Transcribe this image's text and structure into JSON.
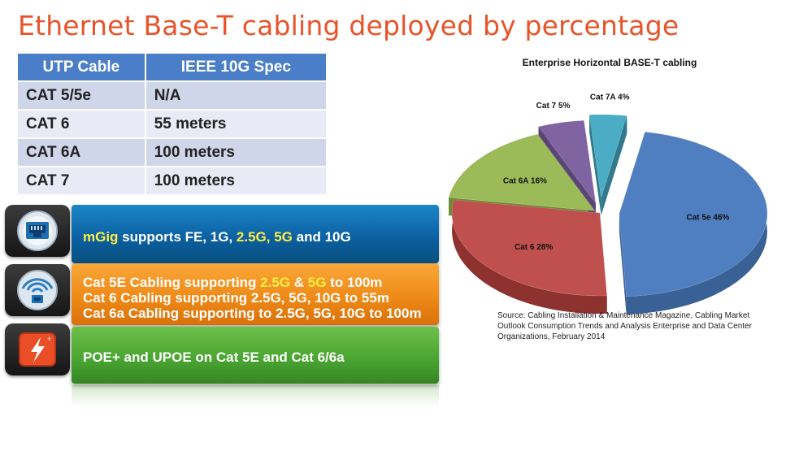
{
  "title": "Ethernet Base-T cabling deployed by percentage",
  "table": {
    "headers": [
      "UTP Cable",
      "IEEE 10G Spec"
    ],
    "rows": [
      [
        "CAT 5/5e",
        "N/A"
      ],
      [
        "CAT 6",
        "55 meters"
      ],
      [
        "CAT 6A",
        "100 meters"
      ],
      [
        "CAT 7",
        "100 meters"
      ]
    ]
  },
  "icons": [
    "ethernet-port-icon",
    "wifi-access-point-icon",
    "power-bolt-icon"
  ],
  "banners": {
    "mgig": {
      "p1": "mGig",
      "p2": " supports FE, 1G, ",
      "p3": "2.5G, 5G",
      "p4": " and 10G"
    },
    "cat": {
      "l1a": "Cat 5E Cabling supporting ",
      "l1b": "2.5G",
      "l1c": " & ",
      "l1d": "5G",
      "l1e": " to 100m",
      "l2": "Cat 6 Cabling supporting 2.5G, 5G, 10G to 55m",
      "l3": "Cat 6a Cabling supporting to 2.5G, 5G, 10G to 100m"
    },
    "poe": "POE+ and UPOE on Cat 5E and Cat 6/6a"
  },
  "colors": {
    "title": "#e8542a",
    "table_header": "#4a7ec9",
    "banner_blue": "#0b5e9e",
    "banner_orange": "#ef8a17",
    "banner_green": "#48a330",
    "highlight": "#ffee44"
  },
  "chart_data": {
    "type": "pie",
    "title": "Enterprise Horizontal BASE-T cabling",
    "slices": [
      {
        "label": "Cat 5e",
        "value": 46,
        "text": "Cat 5e  46%",
        "color": "#4f7fc0",
        "side": "#3a6196",
        "explode": 24
      },
      {
        "label": "Cat 6",
        "value": 28,
        "text": "Cat 6 28%",
        "color": "#c0504d",
        "side": "#8e3230",
        "explode": 0
      },
      {
        "label": "Cat 6A",
        "value": 16,
        "text": "Cat 6A 16%",
        "color": "#9bbb59",
        "side": "#6f8a3a",
        "explode": 8
      },
      {
        "label": "Cat 7",
        "value": 5,
        "text": "Cat 7 5%",
        "color": "#8064a2",
        "side": "#5b4575",
        "explode": 22
      },
      {
        "label": "Cat 7A",
        "value": 4,
        "text": "Cat 7A 4%",
        "color": "#4bacc6",
        "side": "#33798c",
        "explode": 34
      }
    ],
    "source": "Source: Cabling Installation & Maintenance Magazine, Cabling Market Outlook Consumption Trends and  Analysis Enterprise and Data Center Organizations, February 2014"
  }
}
